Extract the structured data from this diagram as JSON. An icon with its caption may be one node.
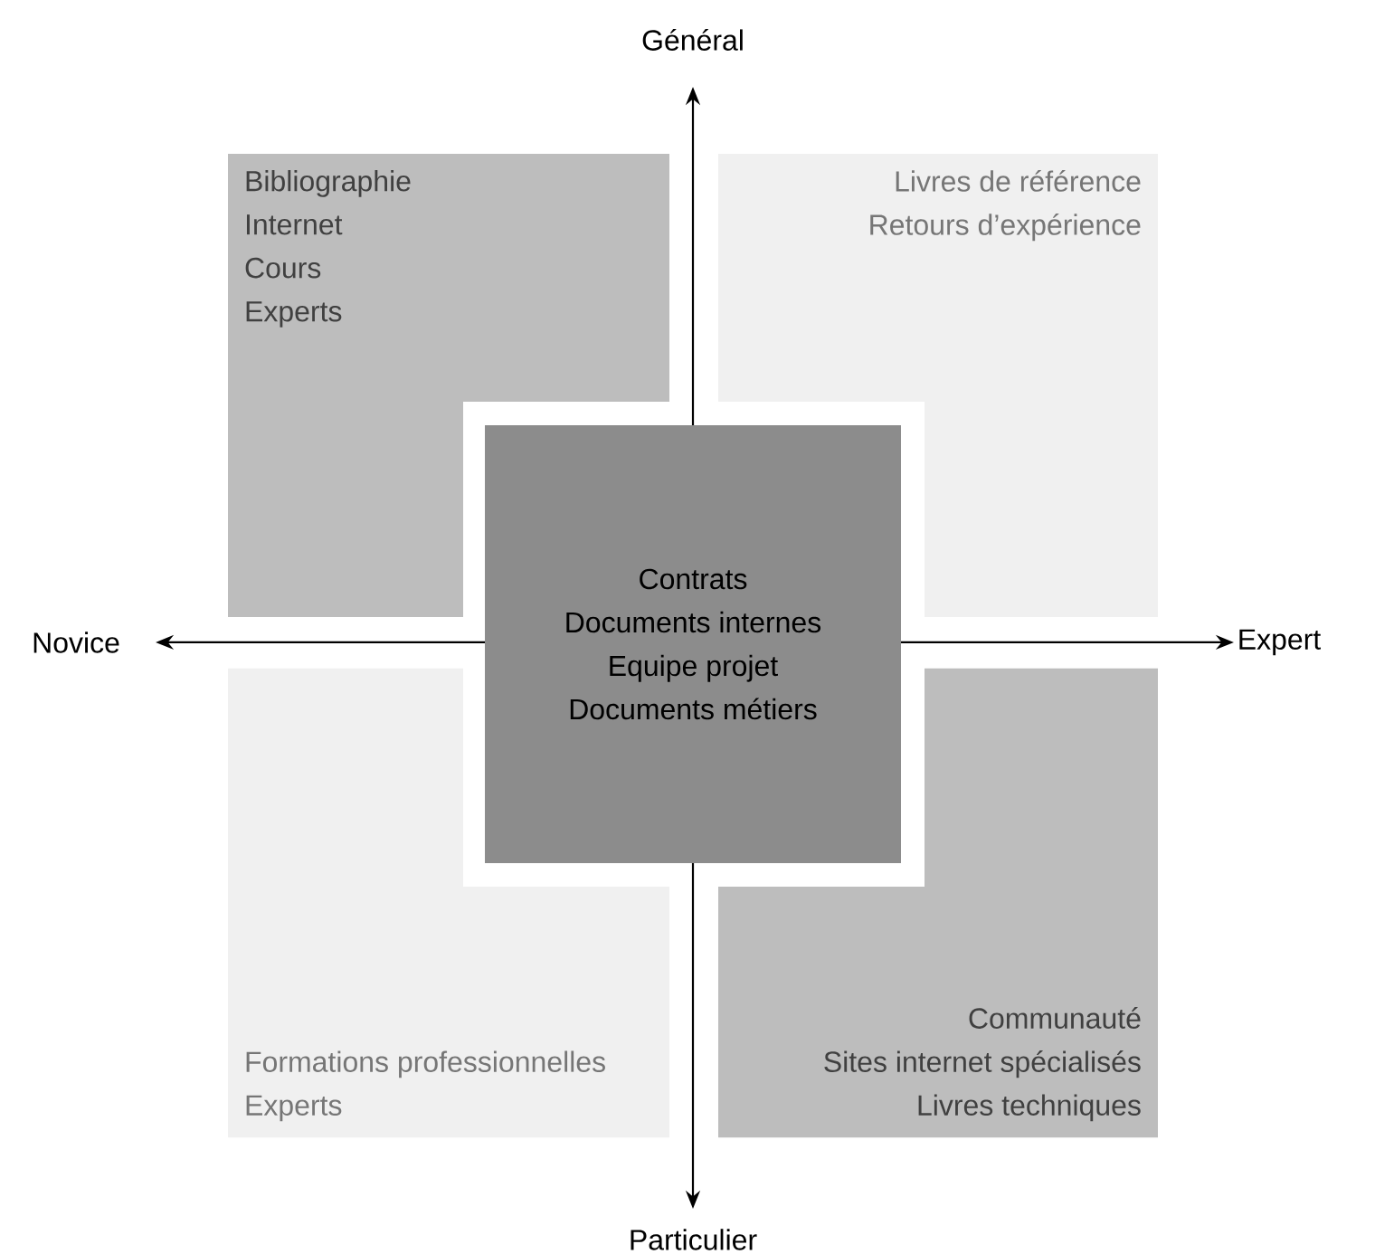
{
  "diagram": {
    "nodes": [
      {
        "text": [
          "Bibliographie",
          "Internet",
          "Cours",
          "Experts"
        ]
      },
      {
        "text": [
          "Livres de référence",
          "Retours d’expérience"
        ]
      },
      {
        "text": [
          "Contrats",
          "Documents internes",
          "Equipe projet",
          "Documents métiers"
        ]
      },
      {
        "text": [
          "Formations professionnelles",
          "Experts"
        ]
      },
      {
        "text": [
          "Communauté",
          "Sites internet spécialisés",
          "Livres techniques"
        ]
      }
    ],
    "labels": [
      "Général",
      "Novice",
      "Expert",
      "Particulier"
    ]
  }
}
